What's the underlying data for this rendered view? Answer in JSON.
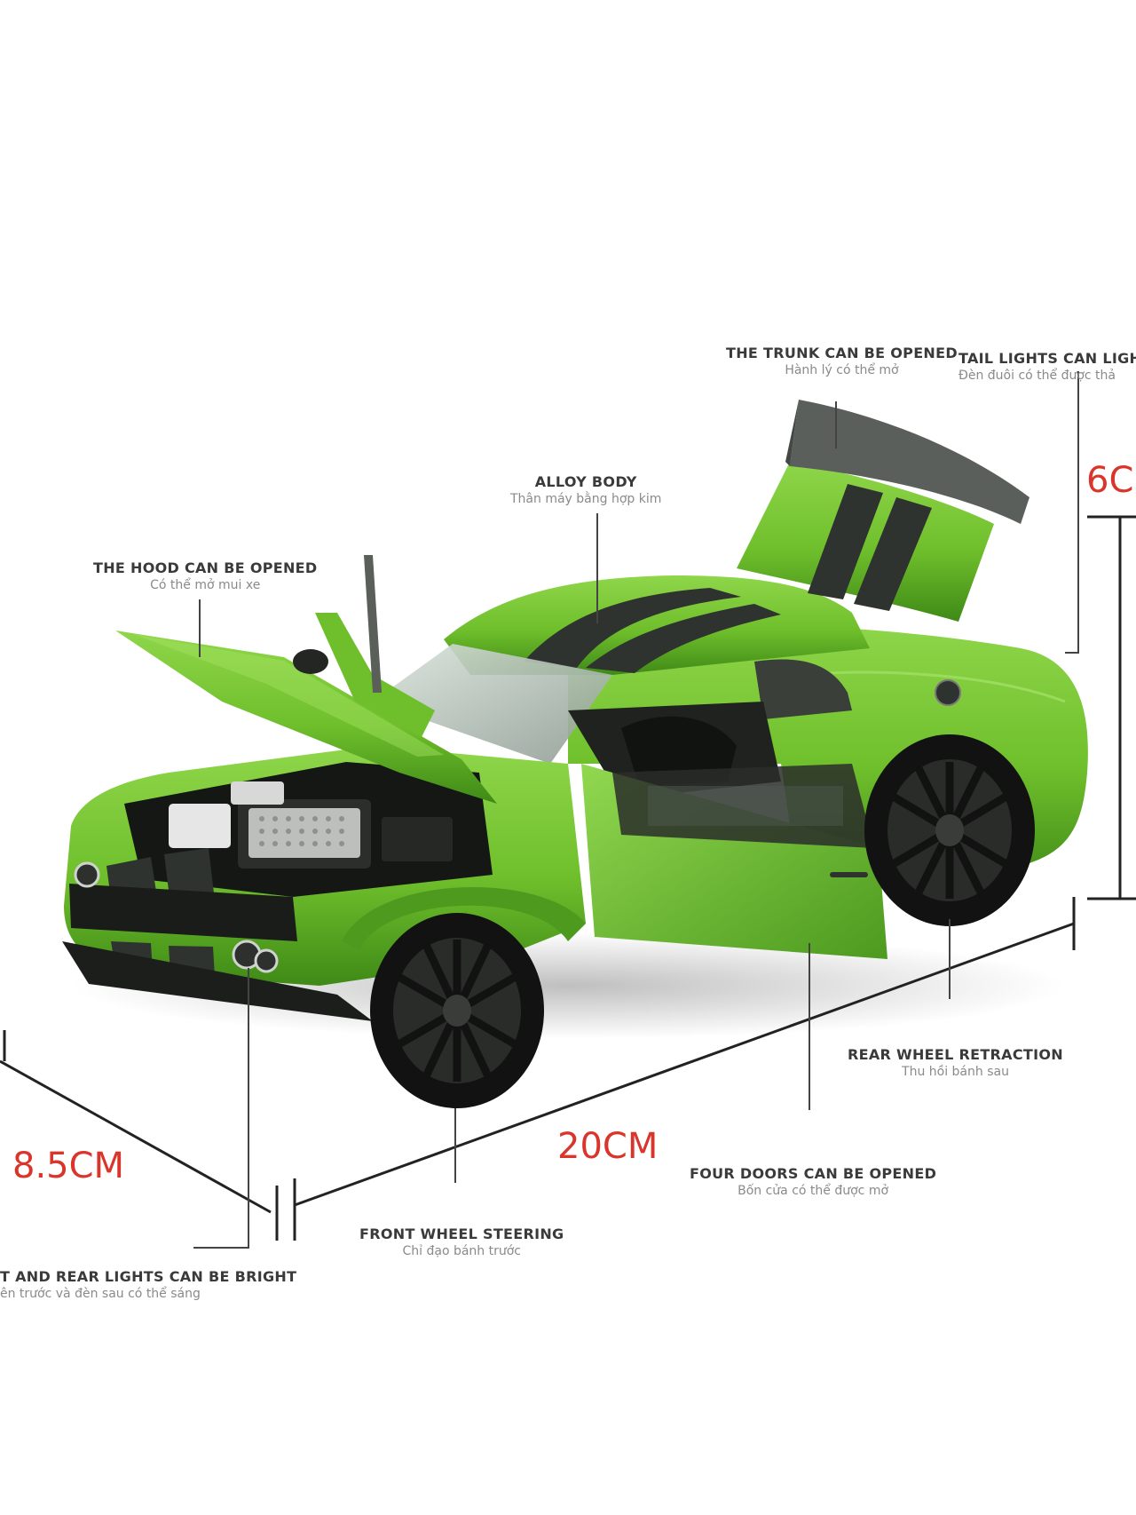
{
  "colors": {
    "car_body": "#6fbf2c",
    "car_body_dark": "#3f8a17",
    "stripe": "#2f332f",
    "dimension_text": "#d9352b",
    "callout_line": "#444444",
    "label_text": "#3a3a3a",
    "label_sub_text": "#8a8a8a"
  },
  "dimensions": {
    "length": "20CM",
    "width": "8.5CM",
    "height": "6C"
  },
  "callouts": {
    "trunk": {
      "en": "THE TRUNK CAN BE OPENED",
      "vi": "Hành lý có thể mở"
    },
    "tail_lights": {
      "en": "TAIL LIGHTS CAN LIGH",
      "vi": "Đèn đuôi có thể được thả"
    },
    "alloy_body": {
      "en": "ALLOY BODY",
      "vi": "Thân máy bằng hợp kim"
    },
    "hood": {
      "en": "THE HOOD CAN BE OPENED",
      "vi": "Có thể mở mui xe"
    },
    "rear_wheel": {
      "en": "REAR WHEEL RETRACTION",
      "vi": "Thu hồi bánh sau"
    },
    "doors": {
      "en": "FOUR DOORS CAN BE OPENED",
      "vi": "Bốn cửa có thể được mở"
    },
    "front_wheel": {
      "en": "FRONT WHEEL STEERING",
      "vi": "Chỉ đạo bánh trước"
    },
    "lights": {
      "en": "T AND REAR LIGHTS CAN BE BRIGHT",
      "vi": "ên trước và đèn sau có thể sáng"
    }
  }
}
